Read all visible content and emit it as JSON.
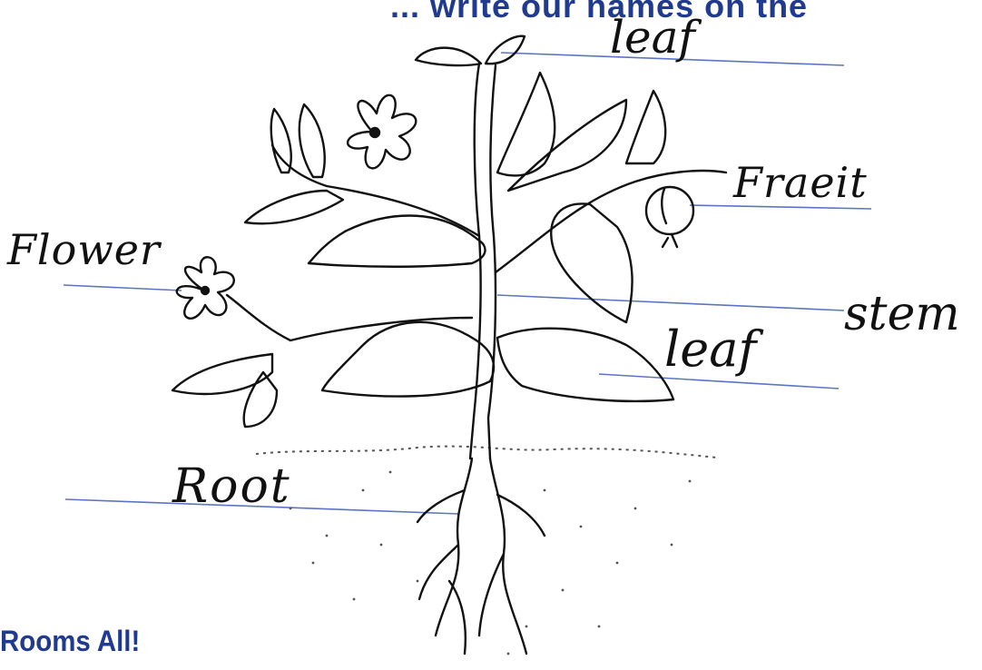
{
  "heading": "... write our names on the",
  "footer": "Rooms All!",
  "labels": {
    "leaf_top": "leaf",
    "fruit": "Fraeit",
    "flower": "Flower",
    "stem": "stem",
    "leaf_mid": "leaf",
    "root": "Root"
  },
  "colors": {
    "ink": "#111111",
    "guide_line": "#5c74c6",
    "print": "#1f3a8f",
    "soil_dots": "#555555"
  }
}
